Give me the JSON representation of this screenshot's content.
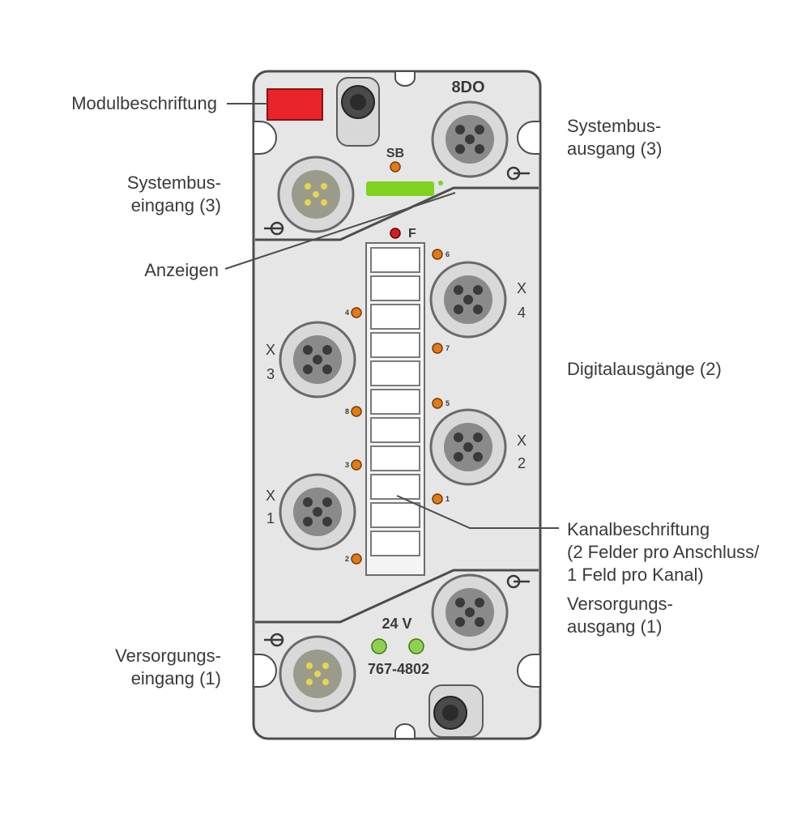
{
  "module": {
    "top_label": "8DO",
    "sb_label": "SB",
    "f_label": "F",
    "voltage": "24 V",
    "part_number": "767-4802",
    "brand_color": "#7ed321",
    "label_color": "#e8232a"
  },
  "ports": {
    "x4": {
      "x": "X",
      "n": "4"
    },
    "x3": {
      "x": "X",
      "n": "3"
    },
    "x2": {
      "x": "X",
      "n": "2"
    },
    "x1": {
      "x": "X",
      "n": "1"
    }
  },
  "channel_leds": [
    "6",
    "4",
    "7",
    "8",
    "5",
    "3",
    "1",
    "2"
  ],
  "callouts": {
    "modulbeschriftung": [
      "Modulbeschriftung"
    ],
    "systembus_ausgang": [
      "Systembus-",
      "ausgang (3)"
    ],
    "systembus_eingang": [
      "Systembus-",
      "eingang (3)"
    ],
    "anzeigen": [
      "Anzeigen"
    ],
    "digitalausgaenge": [
      "Digitalausgänge (2)"
    ],
    "kanalbeschriftung": [
      "Kanalbeschriftung",
      "(2 Felder pro Anschluss/",
      "1 Feld pro Kanal)"
    ],
    "versorgungs_ausgang": [
      "Versorgungs-",
      "ausgang (1)"
    ],
    "versorgungs_eingang": [
      "Versorgungs-",
      "eingang (1)"
    ]
  }
}
